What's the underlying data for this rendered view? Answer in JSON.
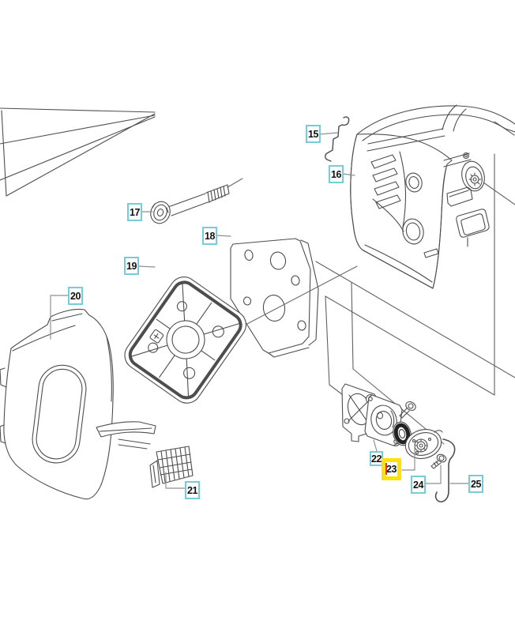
{
  "diagram": {
    "type": "exploded-parts-diagram",
    "highlighted_callout": "23",
    "colors": {
      "callout_border": "#74cdd8",
      "highlight_box": "#ffe200",
      "selection_marker": "#e5332a",
      "drawing_line": "#4d4d4d",
      "leader_line": "#8f8f8f",
      "background": "#ffffff",
      "text": "#111111"
    },
    "callouts": [
      {
        "label": "15",
        "highlighted": false
      },
      {
        "label": "16",
        "highlighted": false
      },
      {
        "label": "17",
        "highlighted": false
      },
      {
        "label": "18",
        "highlighted": false
      },
      {
        "label": "19",
        "highlighted": false
      },
      {
        "label": "20",
        "highlighted": false
      },
      {
        "label": "21",
        "highlighted": false
      },
      {
        "label": "22",
        "highlighted": false
      },
      {
        "label": "23",
        "highlighted": true
      },
      {
        "label": "24",
        "highlighted": false
      },
      {
        "label": "25",
        "highlighted": false
      }
    ]
  }
}
